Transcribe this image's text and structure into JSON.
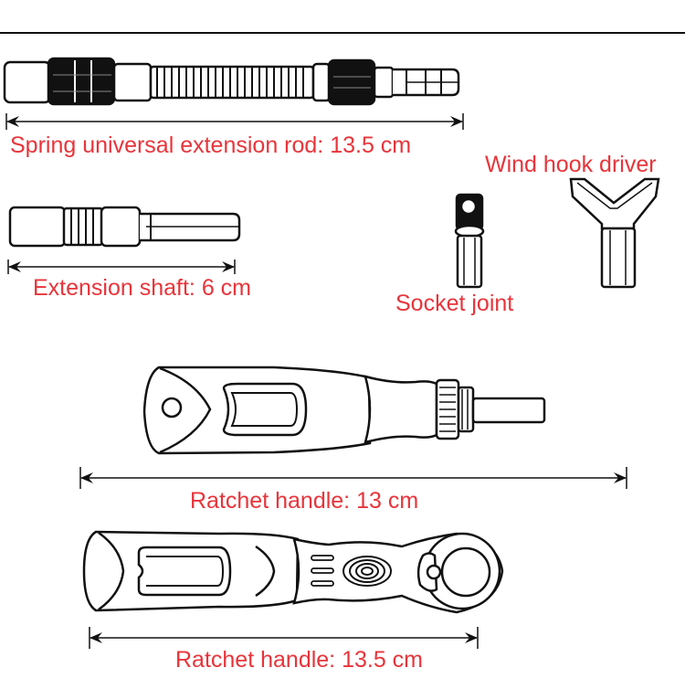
{
  "colors": {
    "label": "#e8343a",
    "line": "#111111",
    "background": "#ffffff"
  },
  "items": [
    {
      "id": "spring-rod",
      "label": "Spring universal extension rod: 13.5 cm"
    },
    {
      "id": "extension-shaft",
      "label": "Extension shaft: 6 cm"
    },
    {
      "id": "socket-joint",
      "label": "Socket joint"
    },
    {
      "id": "wind-hook-driver",
      "label": "Wind hook driver"
    },
    {
      "id": "ratchet-handle-13",
      "label": "Ratchet handle: 13 cm"
    },
    {
      "id": "ratchet-handle-13-5",
      "label": "Ratchet handle: 13.5 cm"
    }
  ]
}
